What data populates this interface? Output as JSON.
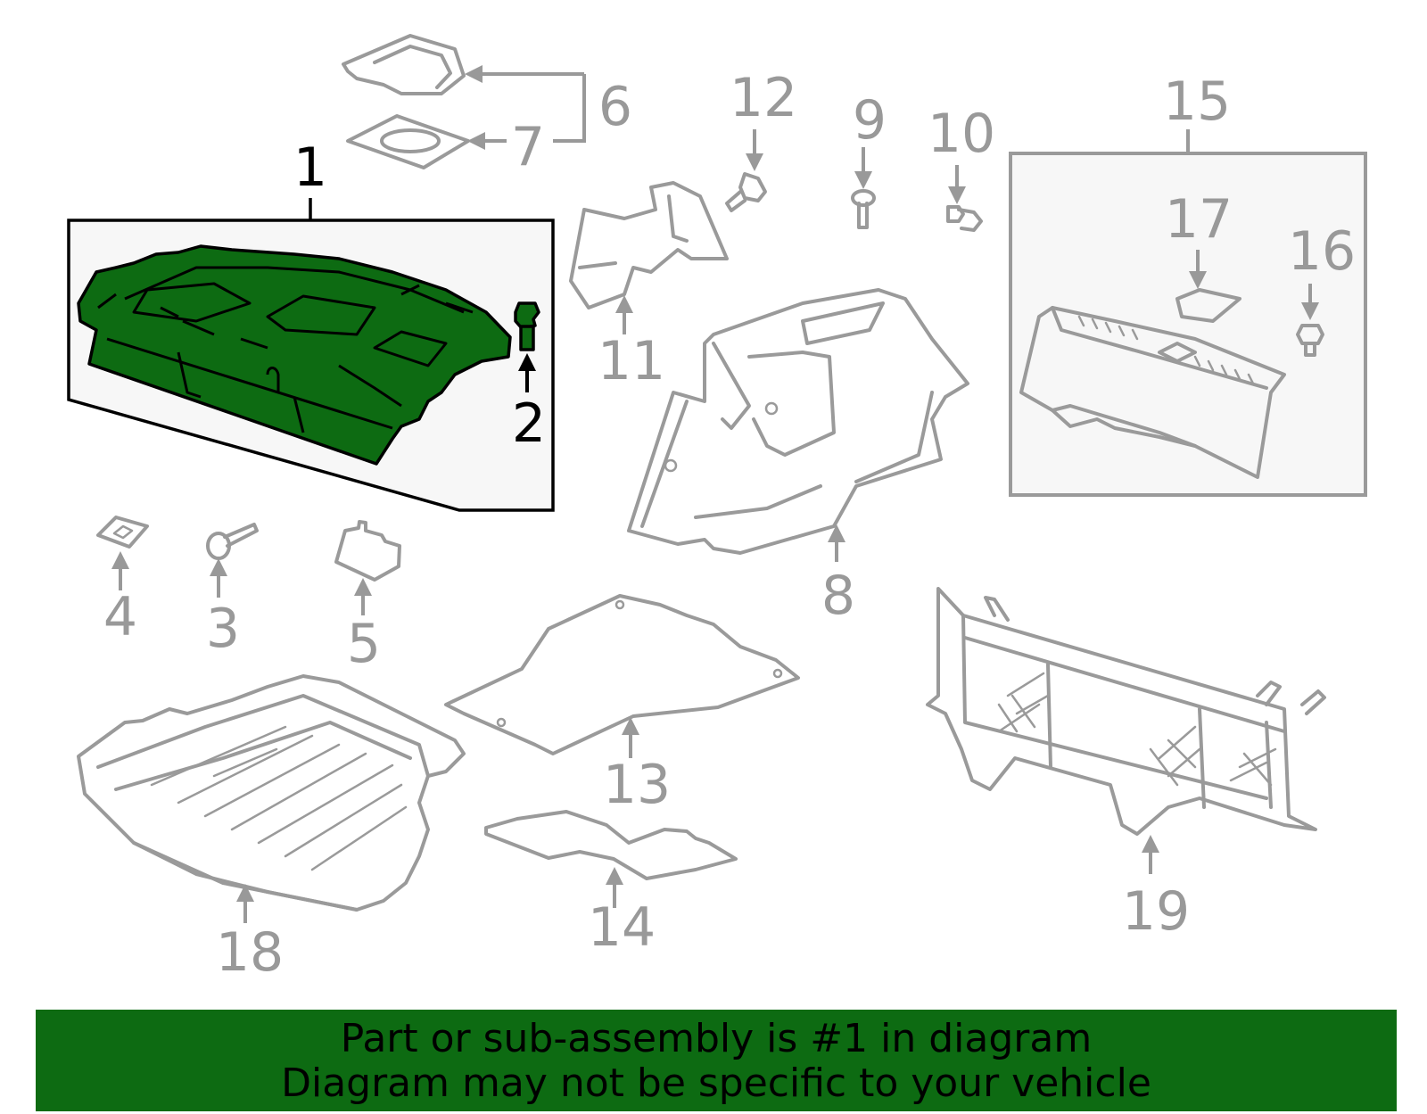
{
  "diagram": {
    "callouts": [
      "1",
      "2",
      "3",
      "4",
      "5",
      "6",
      "7",
      "8",
      "9",
      "10",
      "11",
      "12",
      "13",
      "14",
      "15",
      "16",
      "17",
      "18",
      "19"
    ],
    "highlighted_part": "1",
    "colors": {
      "highlight": "#0d6b12",
      "part_outline": "#9a9a9a",
      "callout_text": "#999999",
      "active_callout": "#000000"
    }
  },
  "banner": {
    "line1": "Part or sub-assembly is #1 in diagram",
    "line2": "Diagram may not be specific to your vehicle"
  }
}
